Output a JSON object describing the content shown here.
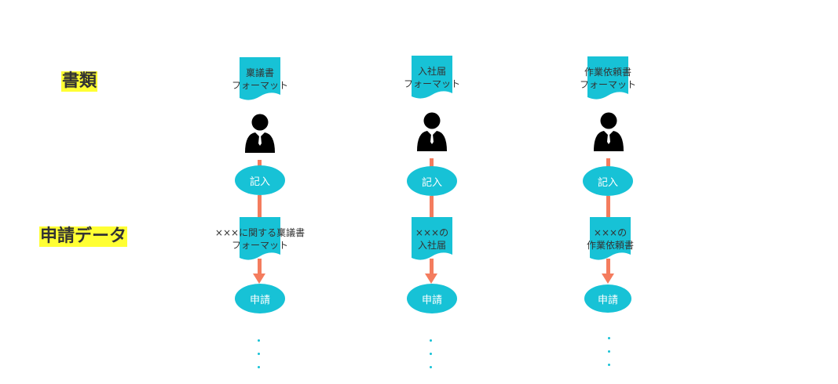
{
  "rows": {
    "documents": "書類",
    "application_data": "申請データ"
  },
  "columns": [
    {
      "doc_label": "稟議書\nフォーマット",
      "action": "記入",
      "data_label": "×××に関する稟議書\nフォーマット",
      "submit": "申請"
    },
    {
      "doc_label": "入社届\nフォーマット",
      "action": "記入",
      "data_label": "×××の\n入社届",
      "submit": "申請"
    },
    {
      "doc_label": "作業依頼書\nフォーマット",
      "action": "記入",
      "data_label": "×××の\n作業依頼書",
      "submit": "申請"
    }
  ],
  "icons": {
    "person": "businessperson-icon",
    "document": "document-icon"
  },
  "colors": {
    "doc_fill": "#17c2d6",
    "oval_fill": "#17c2d6",
    "arrow": "#f47c5e",
    "label_highlight": "#ffff33"
  }
}
